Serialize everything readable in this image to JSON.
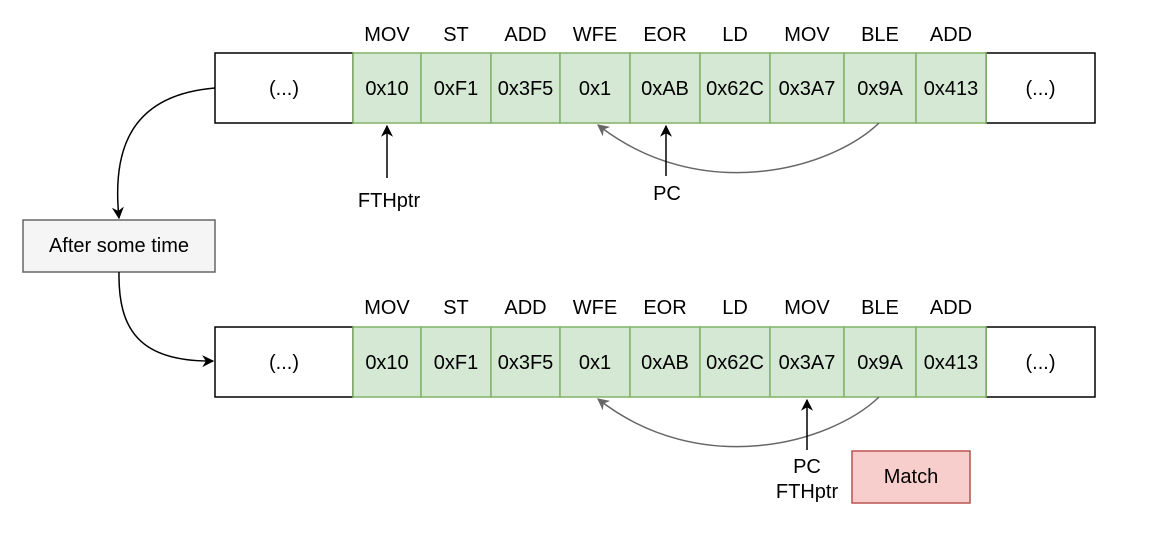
{
  "diagram": {
    "strips": [
      {
        "id": "top",
        "left_cell": "(...)",
        "right_cell": "(...)",
        "instructions": [
          "MOV",
          "ST",
          "ADD",
          "WFE",
          "EOR",
          "LD",
          "MOV",
          "BLE",
          "ADD"
        ],
        "values": [
          "0x10",
          "0xF1",
          "0x3F5",
          "0x1",
          "0xAB",
          "0x62C",
          "0x3A7",
          "0x9A",
          "0x413"
        ],
        "pointers": [
          "FTHptr",
          "PC"
        ]
      },
      {
        "id": "bottom",
        "left_cell": "(...)",
        "right_cell": "(...)",
        "instructions": [
          "MOV",
          "ST",
          "ADD",
          "WFE",
          "EOR",
          "LD",
          "MOV",
          "BLE",
          "ADD"
        ],
        "values": [
          "0x10",
          "0xF1",
          "0x3F5",
          "0x1",
          "0xAB",
          "0x62C",
          "0x3A7",
          "0x9A",
          "0x413"
        ],
        "pointers": [
          "PC",
          "FTHptr"
        ]
      }
    ],
    "transition_label": "After some time",
    "match_label": "Match",
    "colors": {
      "cell_fill": "#d5e8d4",
      "cell_stroke": "#82b366",
      "loop_arrow": "#666666",
      "note_fill": "#f5f5f5",
      "note_stroke": "#666666",
      "match_fill": "#f8cecc",
      "match_stroke": "#b85450"
    }
  }
}
